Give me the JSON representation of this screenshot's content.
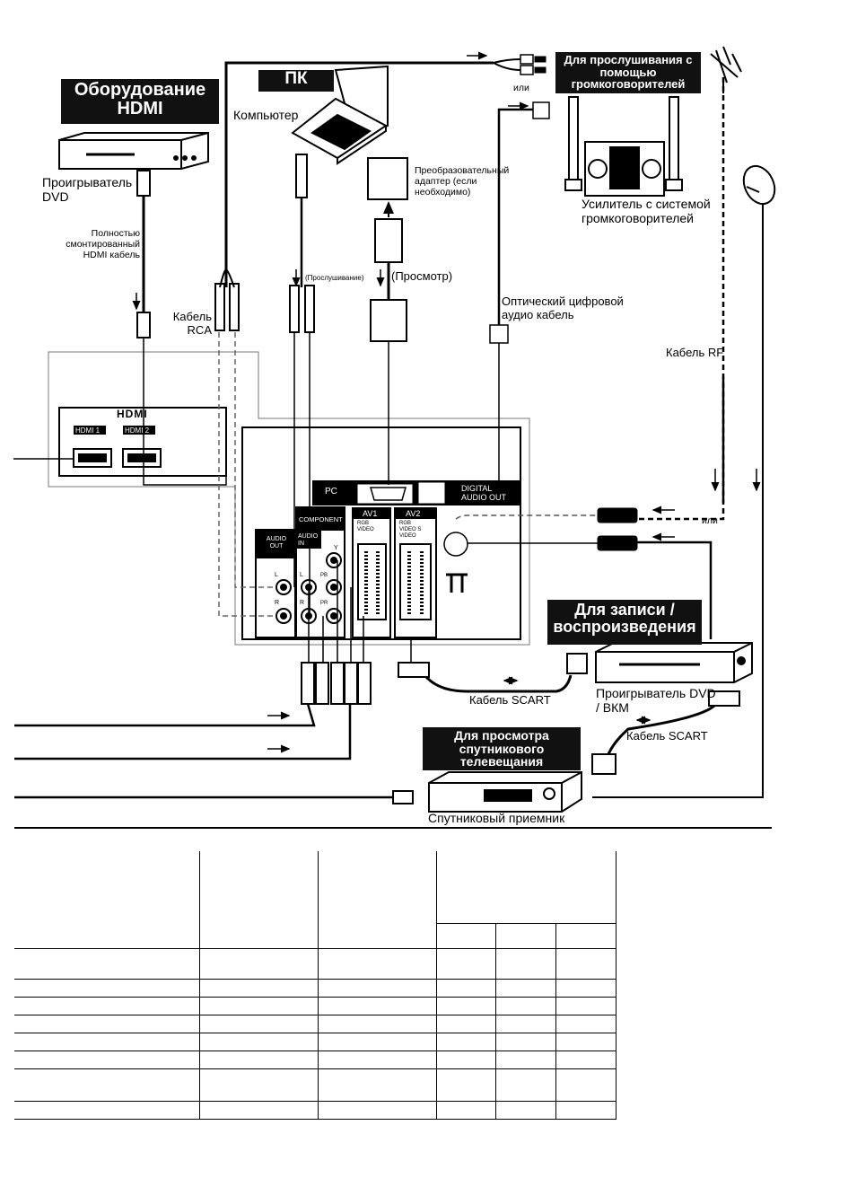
{
  "headers": {
    "hdmi_equipment": "Оборудование HDMI",
    "pc": "ПК",
    "speakers": "Для прослушивания с помощью громкоговорителей",
    "recording": "Для записи / воспроизведения",
    "satellite": "Для просмотра спутникового телевещания"
  },
  "labels": {
    "computer": "Компьютер",
    "dvd_player": "Проигрыватель DVD",
    "hdmi_cable": "Полностью смонтированный HDMI кабель",
    "rca_cable": "Кабель RCA",
    "listening": "(Прослушивание)",
    "viewing": "(Просмотр)",
    "adapter": "Преобразовательный адаптер (если необходимо)",
    "or_top": "или",
    "or_right": "или",
    "amplifier": "Усилитель с системой громкоговорителей",
    "optical_cable": "Оптический цифровой аудио кабель",
    "rf_cable": "Кабель RF",
    "scart_cable_1": "Кабель SCART",
    "scart_cable_2": "Кабель SCART",
    "dvd_vcr": "Проигрыватель DVD / ВКМ",
    "sat_receiver": "Спутниковый приемник"
  },
  "panel": {
    "hdmi_logo": "HDMI",
    "hdmi1": "HDMI 1",
    "hdmi2": "HDMI 2",
    "pc": "PC",
    "digital_audio_out": "DIGITAL AUDIO OUT",
    "component": "COMPONENT",
    "audio_out": "AUDIO OUT",
    "audio_in": "AUDIO IN",
    "av1": "AV1",
    "av2": "AV2",
    "av1_sub": "RGB VIDEO",
    "av2_sub": "RGB VIDEO S VIDEO",
    "l": "L",
    "r": "R",
    "y": "Y",
    "pb": "PB",
    "pr": "PR"
  }
}
